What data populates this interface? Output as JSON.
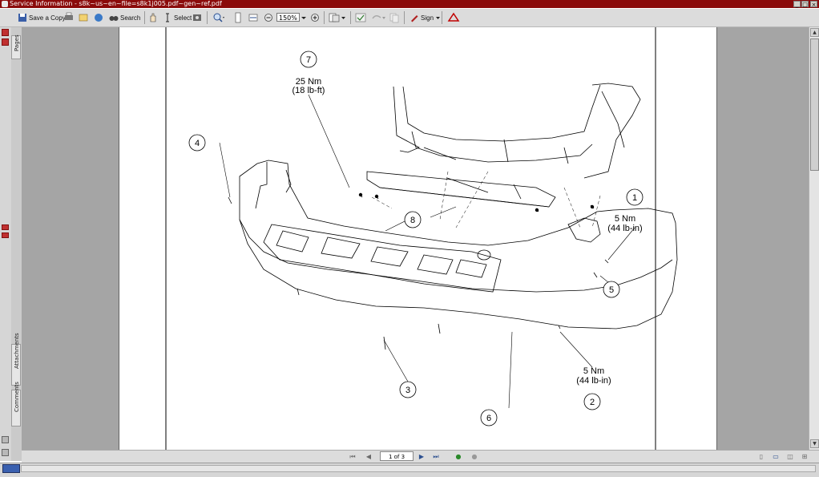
{
  "window": {
    "title": "Service Information - s8k~us~en~file=s8k1j005.pdf~gen~ref.pdf",
    "minimize": "_",
    "maximize": "□",
    "close": "×"
  },
  "toolbar": {
    "save_copy": "Save a Copy",
    "search": "Search",
    "select": "Select",
    "zoom_value": "150%",
    "sign": "Sign"
  },
  "tabs": {
    "pages": "Pages",
    "attachments": "Attachments",
    "comments": "Comments"
  },
  "navigation": {
    "page_indicator": "1 of 3"
  },
  "diagram": {
    "callouts": [
      {
        "number": "1",
        "torque_nm": "5 Nm",
        "torque_imperial": "(44 lb-in)"
      },
      {
        "number": "2",
        "torque_nm": "5 Nm",
        "torque_imperial": "(44 lb-in)"
      },
      {
        "number": "3"
      },
      {
        "number": "4"
      },
      {
        "number": "5"
      },
      {
        "number": "6"
      },
      {
        "number": "7",
        "torque_nm": "25 Nm",
        "torque_imperial": "(18 lb-ft)"
      },
      {
        "number": "8"
      }
    ]
  },
  "colors": {
    "titlebar": "#8b0b0b",
    "toolbar": "#dcdcdc",
    "document_bg": "#a5a5a5",
    "page": "#ffffff"
  }
}
